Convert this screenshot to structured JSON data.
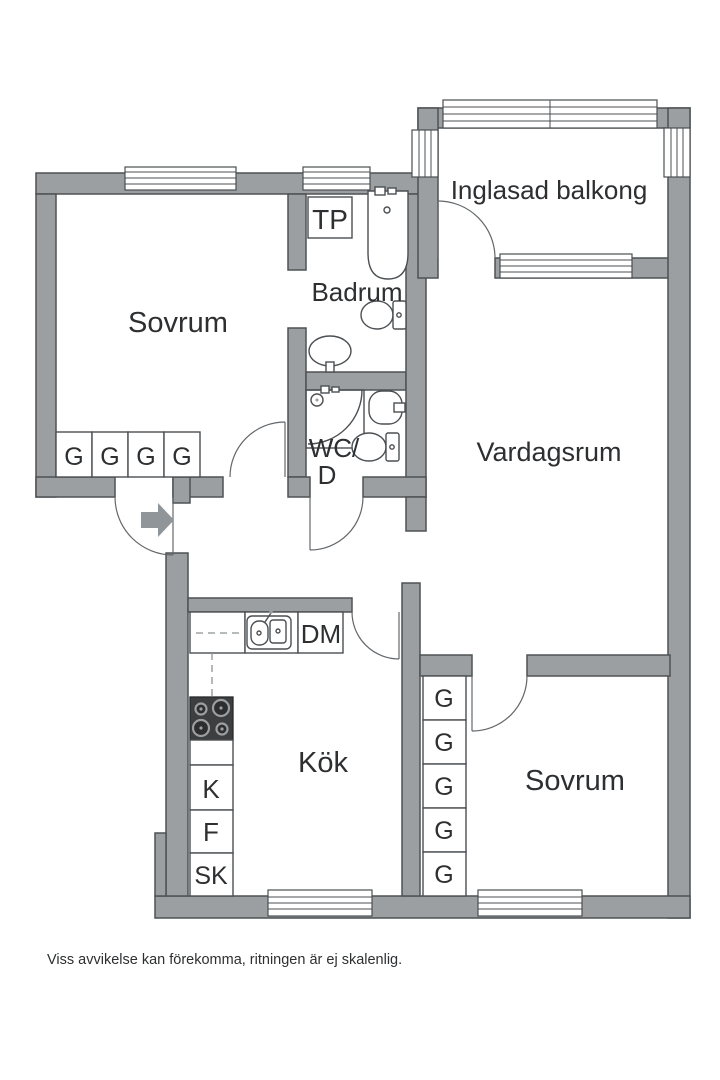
{
  "disclaimer": "Viss avvikelse kan förekomma, ritningen är ej skalenlig.",
  "rooms": {
    "sovrum1": "Sovrum",
    "badrum": "Badrum",
    "wc_line1": "WC/",
    "wc_line2": "D",
    "balkong": "Inglasad balkong",
    "vardagsrum": "Vardagsrum",
    "kok": "Kök",
    "sovrum2": "Sovrum"
  },
  "fixtures": {
    "tp": "TP",
    "dm": "DM",
    "kyl": "K",
    "frys": "F",
    "skap": "SK",
    "garderob": "G"
  },
  "counts": {
    "wardrobes_sovrum1": 4,
    "wardrobes_sovrum2": 5
  },
  "palette": {
    "wall": "#9b9fa1",
    "wall-line": "#4e5254",
    "fixture-line": "#4b4f52",
    "door-line": "#63676a",
    "text": "#2d2f31",
    "arrow": "#8f9598",
    "stove": "#3c3e40",
    "burner": "#9b9fa1",
    "bg": "#ffffff"
  }
}
